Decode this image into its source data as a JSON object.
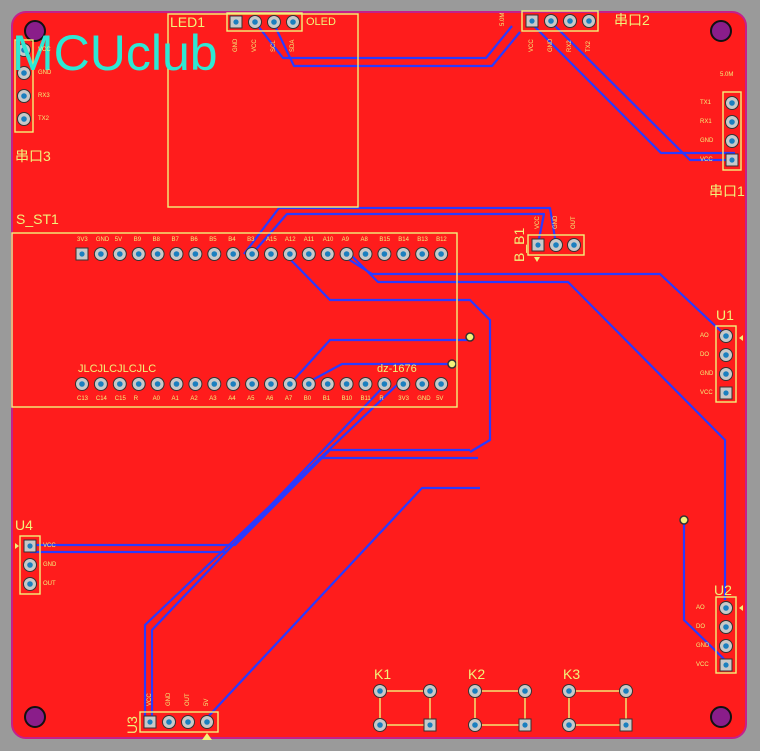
{
  "brand": "MCUclub",
  "colors": {
    "board": "#ff1c1c",
    "outline": "#c4208c",
    "silk": "#f2f27a",
    "trace": "#2a3aff",
    "brand": "#2ee8d4"
  },
  "components": {
    "led1": {
      "ref": "LED1",
      "name": "OLED",
      "pins": [
        "GND",
        "VCC",
        "SCL",
        "SDA"
      ]
    },
    "uart2": {
      "ref": "串口2",
      "pins": [
        "VCC",
        "GND",
        "RX2",
        "TX2"
      ],
      "header": "5.0M"
    },
    "uart3": {
      "ref": "串口3",
      "pins": [
        "VCC",
        "GND",
        "RX3",
        "TX2"
      ]
    },
    "uart1": {
      "ref": "串口1",
      "pins": [
        "TX1",
        "RX1",
        "GND",
        "VCC"
      ],
      "header": "5.0M"
    },
    "sst1": {
      "ref": "S_ST1",
      "top_pins": [
        "3V3",
        "GND",
        "5V",
        "B9",
        "B8",
        "B7",
        "B6",
        "B5",
        "B4",
        "B3",
        "A15",
        "A12",
        "A11",
        "A10",
        "A9",
        "A8",
        "B15",
        "B14",
        "B13",
        "B12"
      ],
      "bottom_pins": [
        "C13",
        "C14",
        "C15",
        "R",
        "A0",
        "A1",
        "A2",
        "A3",
        "A4",
        "A5",
        "A6",
        "A7",
        "B0",
        "B1",
        "B10",
        "B11",
        "R",
        "3V3",
        "GND",
        "5V"
      ],
      "silk_top": "JLCJLCJLCJLC",
      "silk_code": "dz-1676"
    },
    "bb1": {
      "ref": "B_B1",
      "pins": [
        "VCC",
        "GND",
        "OUT"
      ]
    },
    "u1": {
      "ref": "U1",
      "pins": [
        "AO",
        "DO",
        "GND",
        "VCC"
      ]
    },
    "u2": {
      "ref": "U2",
      "pins": [
        "AO",
        "DO",
        "GND",
        "VCC"
      ]
    },
    "u3": {
      "ref": "U3",
      "pins": [
        "VCC",
        "GND",
        "OUT",
        "5V"
      ]
    },
    "u4": {
      "ref": "U4",
      "pins": [
        "VCC",
        "GND",
        "OUT"
      ]
    },
    "k1": {
      "ref": "K1"
    },
    "k2": {
      "ref": "K2"
    },
    "k3": {
      "ref": "K3"
    }
  }
}
